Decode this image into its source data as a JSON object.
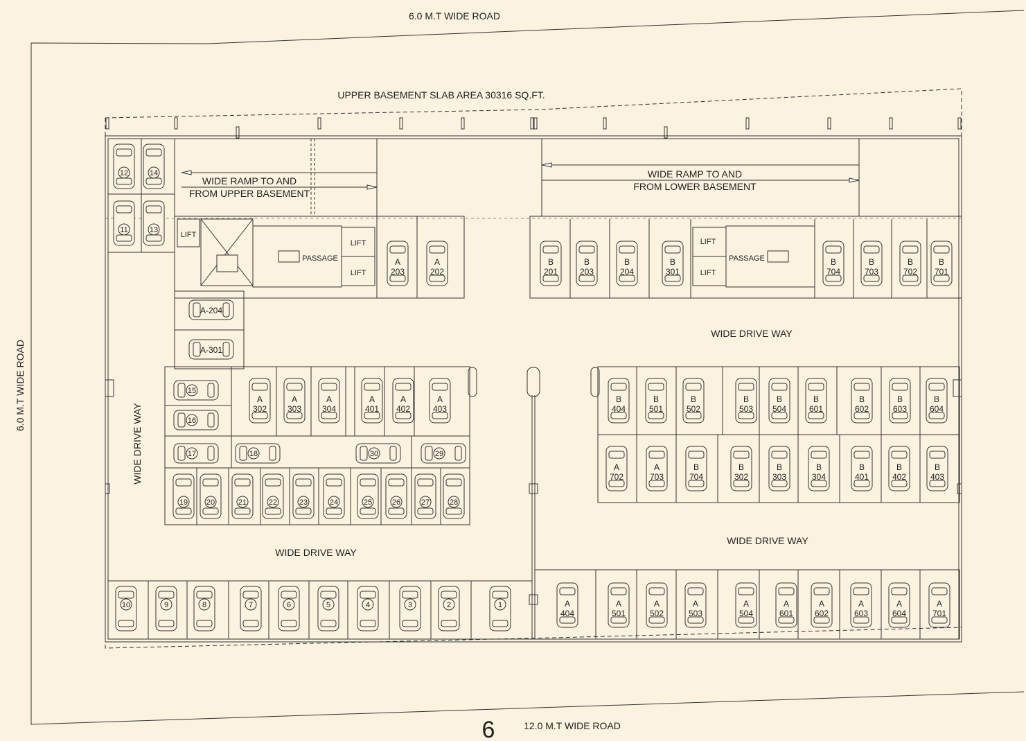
{
  "roads": {
    "top": "6.0 M.T WIDE ROAD",
    "left": "6.0 M.T WIDE ROAD",
    "bottom": "12.0 M.T WIDE ROAD"
  },
  "page_number": "6",
  "slab_label": "UPPER BASEMENT SLAB AREA 30316 SQ.FT.",
  "ramp_upper": {
    "line1": "WIDE RAMP TO AND",
    "line2": "FROM  UPPER BASEMENT"
  },
  "ramp_lower": {
    "line1": "WIDE RAMP TO AND",
    "line2": "FROM LOWER BASEMENT"
  },
  "labels": {
    "lift": "LIFT",
    "passage": "PASSAGE",
    "drive_right_top": "WIDE DRIVE WAY",
    "drive_right_bottom": "WIDE DRIVE WAY",
    "drive_left_bottom": "WIDE DRIVE WAY",
    "drive_left_vertical": "WIDE DRIVE WAY"
  },
  "parking": {
    "circled_vertical": [
      "12",
      "14",
      "11",
      "13",
      "19",
      "20",
      "21",
      "22",
      "23",
      "24",
      "25",
      "26",
      "27",
      "28",
      "10",
      "9",
      "8",
      "7",
      "6",
      "5",
      "4",
      "3",
      "2",
      "1"
    ],
    "circled_horizontal": [
      "15",
      "16",
      "17",
      "18",
      "30",
      "29"
    ],
    "horizontal_named": [
      "A-204",
      "A-301"
    ],
    "top_left_row": [
      [
        "A",
        "203"
      ],
      [
        "A",
        "202"
      ]
    ],
    "top_right_row": [
      [
        "B",
        "201"
      ],
      [
        "B",
        "203"
      ],
      [
        "B",
        "204"
      ],
      [
        "B",
        "301"
      ],
      [
        "B",
        "704"
      ],
      [
        "B",
        "703"
      ],
      [
        "B",
        "702"
      ],
      [
        "B",
        "701"
      ]
    ],
    "mid_left_row": [
      [
        "A",
        "302"
      ],
      [
        "A",
        "303"
      ],
      [
        "A",
        "304"
      ],
      [
        "A",
        "401"
      ],
      [
        "A",
        "402"
      ],
      [
        "A",
        "403"
      ]
    ],
    "mid_right_row1": [
      [
        "B",
        "404"
      ],
      [
        "B",
        "501"
      ],
      [
        "B",
        "502"
      ],
      [
        "B",
        "503"
      ],
      [
        "B",
        "504"
      ],
      [
        "B",
        "601"
      ],
      [
        "B",
        "602"
      ],
      [
        "B",
        "603"
      ],
      [
        "B",
        "604"
      ]
    ],
    "mid_right_row2": [
      [
        "A",
        "702"
      ],
      [
        "A",
        "703"
      ],
      [
        "B",
        "704"
      ],
      [
        "B",
        "302"
      ],
      [
        "B",
        "303"
      ],
      [
        "B",
        "304"
      ],
      [
        "B",
        "401"
      ],
      [
        "B",
        "402"
      ],
      [
        "B",
        "403"
      ]
    ],
    "bottom_right_row": [
      [
        "A",
        "404"
      ],
      [
        "A",
        "501"
      ],
      [
        "A",
        "502"
      ],
      [
        "A",
        "503"
      ],
      [
        "A",
        "504"
      ],
      [
        "A",
        "601"
      ],
      [
        "A",
        "602"
      ],
      [
        "A",
        "603"
      ],
      [
        "A",
        "604"
      ],
      [
        "A",
        "701"
      ]
    ]
  }
}
